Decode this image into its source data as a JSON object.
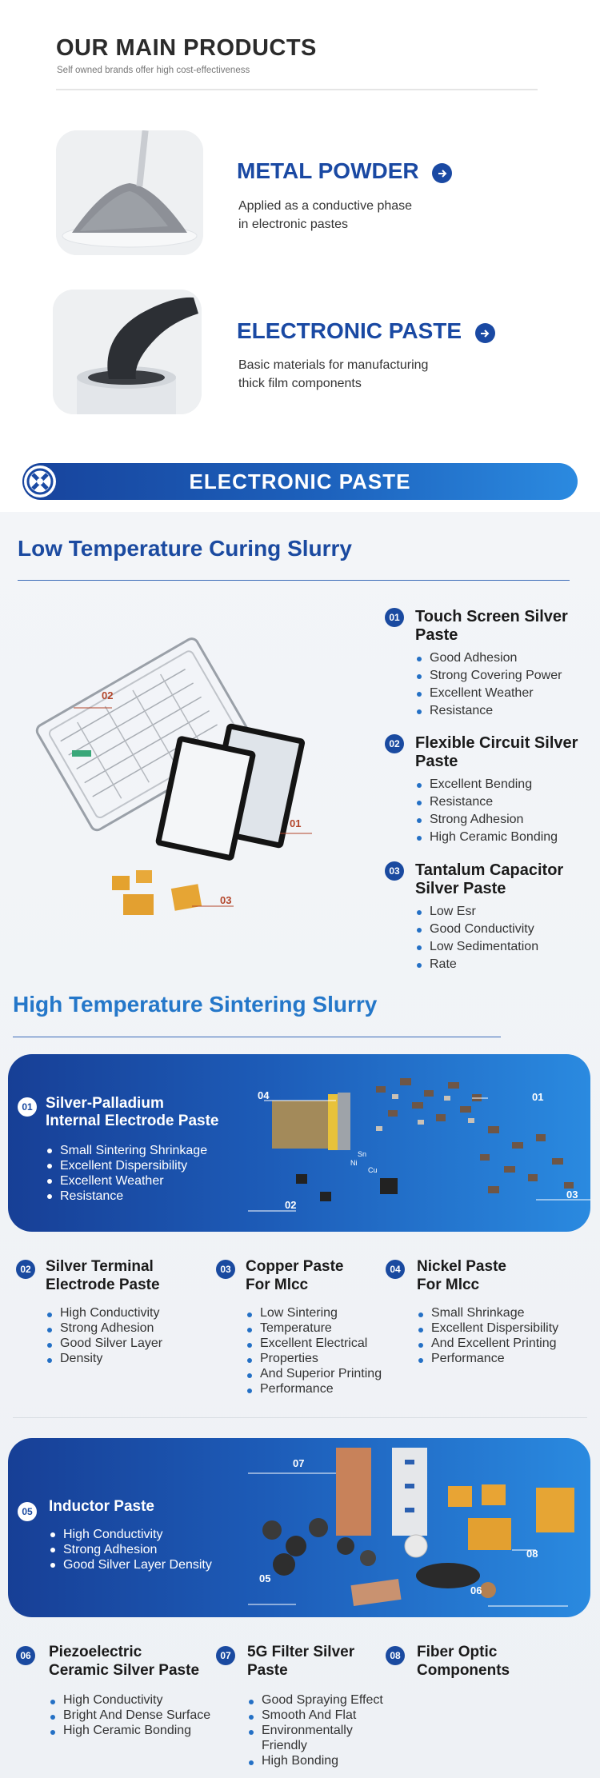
{
  "header": {
    "title": "OUR MAIN PRODUCTS",
    "subtitle": "Self owned brands offer high cost-effectiveness"
  },
  "products": [
    {
      "title": "METAL POWDER",
      "desc1": "Applied as a conductive phase",
      "desc2": "in electronic pastes"
    },
    {
      "title": "ELECTRONIC PASTE",
      "desc1": "Basic materials for manufacturing",
      "desc2": "thick film components"
    }
  ],
  "banner": {
    "title": "ELECTRONIC PASTE"
  },
  "low_temp": {
    "title": "Low Temperature Curing Slurry",
    "labels": [
      "02",
      "01",
      "03"
    ],
    "items": [
      {
        "num": "01",
        "title1": "Touch Screen Silver",
        "title2": "Paste",
        "bullets": [
          "Good Adhesion",
          "Strong Covering Power",
          "Excellent Weather",
          "Resistance"
        ]
      },
      {
        "num": "02",
        "title1": "Flexible Circuit Silver",
        "title2": "Paste",
        "bullets": [
          "Excellent Bending",
          "Resistance",
          "Strong Adhesion",
          "High Ceramic Bonding"
        ]
      },
      {
        "num": "03",
        "title1": "Tantalum Capacitor",
        "title2": "Silver Paste",
        "bullets": [
          "Low Esr",
          "Good Conductivity",
          "Low Sedimentation",
          "Rate"
        ]
      }
    ]
  },
  "high_temp": {
    "title": "High Temperature Sintering Slurry",
    "card1": {
      "num": "01",
      "title1": "Silver-Palladium",
      "title2": "Internal Electrode Paste",
      "bullets": [
        "Small Sintering Shrinkage",
        "Excellent Dispersibility",
        "Excellent Weather",
        "Resistance"
      ],
      "labels": [
        "04",
        "01",
        "02",
        "03"
      ],
      "tiny": [
        "Cu",
        "Ni",
        "Sn"
      ]
    },
    "row1": [
      {
        "num": "02",
        "title1": "Silver Terminal",
        "title2": "Electrode Paste",
        "bullets": [
          "High Conductivity",
          "Strong Adhesion",
          "Good Silver Layer",
          "Density"
        ]
      },
      {
        "num": "03",
        "title1": "Copper Paste",
        "title2": "For Mlcc",
        "bullets": [
          "Low Sintering",
          "Temperature",
          "Excellent Electrical",
          "Properties",
          "And Superior Printing",
          "Performance"
        ]
      },
      {
        "num": "04",
        "title1": "Nickel Paste",
        "title2": "For Mlcc",
        "bullets": [
          "Small Shrinkage",
          "Excellent Dispersibility",
          "And Excellent Printing",
          "Performance"
        ]
      }
    ],
    "card2": {
      "num": "05",
      "title": "Inductor Paste",
      "bullets": [
        "High Conductivity",
        "Strong Adhesion",
        "Good Silver Layer Density"
      ],
      "labels": [
        "07",
        "08",
        "05",
        "06"
      ]
    },
    "row2": [
      {
        "num": "06",
        "title1": "Piezoelectric",
        "title2": "Ceramic Silver Paste",
        "bullets": [
          "High Conductivity",
          "Bright And Dense Surface",
          "High Ceramic Bonding"
        ]
      },
      {
        "num": "07",
        "title1": "5G Filter Silver",
        "title2": "Paste",
        "bullets": [
          "Good Spraying Effect",
          "Smooth And Flat",
          "Environmentally Friendly",
          "High Bonding"
        ]
      },
      {
        "num": "08",
        "title1": "Fiber Optic",
        "title2": "Components",
        "bullets": []
      }
    ]
  },
  "colors": {
    "brand_blue": "#1a49a3",
    "accent_blue": "#2477c9"
  }
}
